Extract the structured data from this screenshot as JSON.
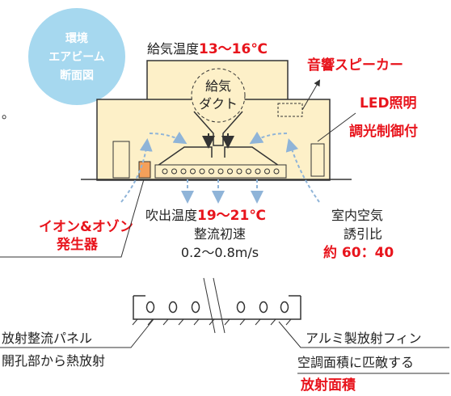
{
  "badge": {
    "line1": "環境",
    "line2": "エアビーム",
    "line3": "断面図",
    "color": "#a6d8ef"
  },
  "supply_temp": {
    "label": "給気温度",
    "value": "13〜16℃"
  },
  "speaker": {
    "label": "音響スピーカー"
  },
  "led": {
    "line1": "LED照明",
    "line2": "調光制御付"
  },
  "duct": {
    "line1": "給気",
    "line2": "ダクト"
  },
  "outlet": {
    "label": "吹出温度",
    "value": "19〜21℃",
    "line2": "整流初速",
    "line3": "0.2〜0.8m/s"
  },
  "room_air": {
    "line1": "室内空気",
    "line2": "誘引比",
    "value": "約 60：40"
  },
  "ion": {
    "line1": "イオン&オゾン",
    "line2": "発生器"
  },
  "left_edge_mark": "。",
  "panel": {
    "line1": "放射整流パネル",
    "line2": "開孔部から熱放射"
  },
  "fin": {
    "line1": "アルミ製放射フィン",
    "line2": "空調面積に匹敵する",
    "line3": "放射面積"
  },
  "colors": {
    "body_fill": "#fdf0c8",
    "outline": "#333333",
    "accent_red": "#e8141c",
    "airflow_blue": "#8fb4d8",
    "ion_orange": "#f5a05a"
  }
}
